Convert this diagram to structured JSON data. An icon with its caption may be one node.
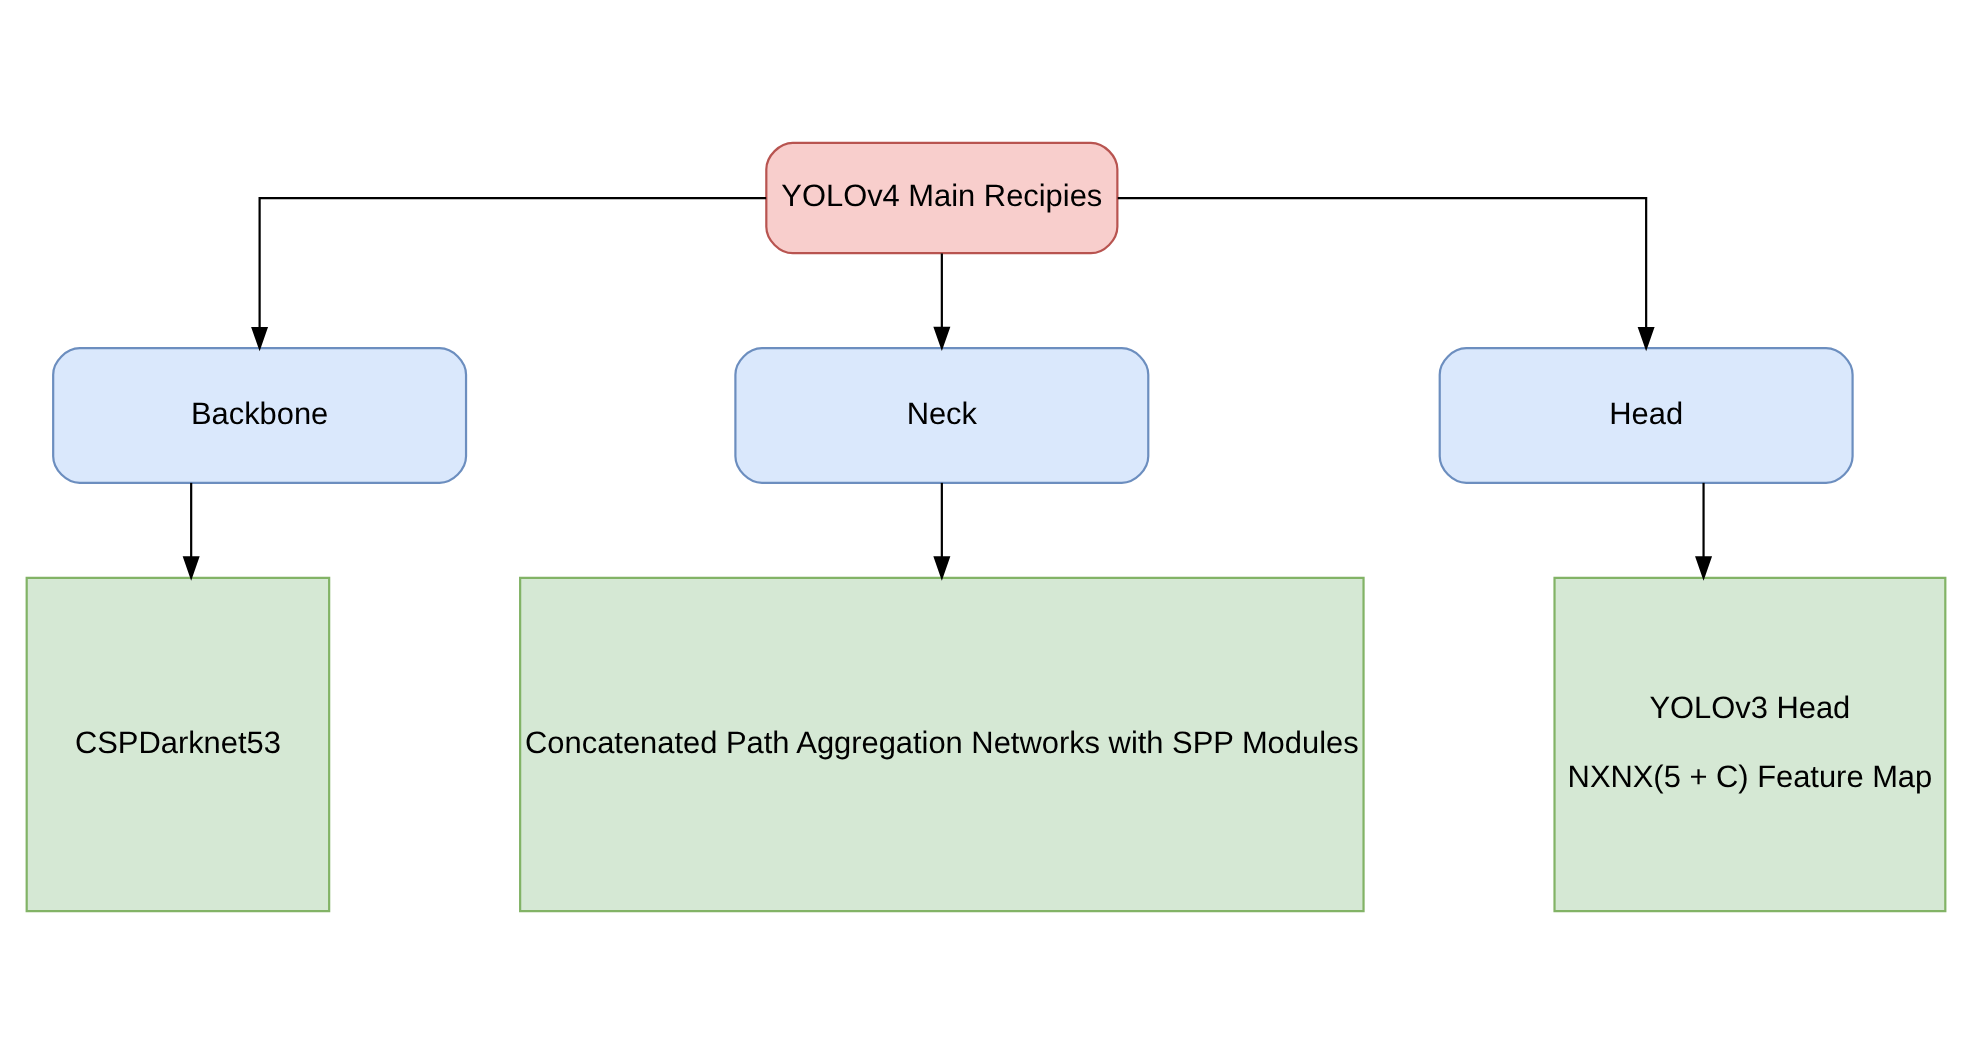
{
  "diagram": {
    "nodes": [
      {
        "text": [
          "YOLOv4 Main Recipies"
        ]
      },
      {
        "text": [
          "Backbone"
        ]
      },
      {
        "text": [
          "Neck"
        ]
      },
      {
        "text": [
          "Head"
        ]
      },
      {
        "text": [
          "CSPDarknet53"
        ]
      },
      {
        "text": [
          "Concatenated Path Aggregation Networks with SPP Modules"
        ]
      },
      {
        "text": [
          "YOLOv3 Head",
          "NXNX(5 + C) Feature Map"
        ]
      }
    ],
    "edges": [
      {
        "from": 0,
        "to": 1,
        "arrow": "to"
      },
      {
        "from": 0,
        "to": 2,
        "arrow": "to"
      },
      {
        "from": 0,
        "to": 3,
        "arrow": "to"
      },
      {
        "from": 1,
        "to": 4,
        "arrow": "to"
      },
      {
        "from": 2,
        "to": 5,
        "arrow": "to"
      },
      {
        "from": 3,
        "to": 6,
        "arrow": "to"
      }
    ]
  }
}
